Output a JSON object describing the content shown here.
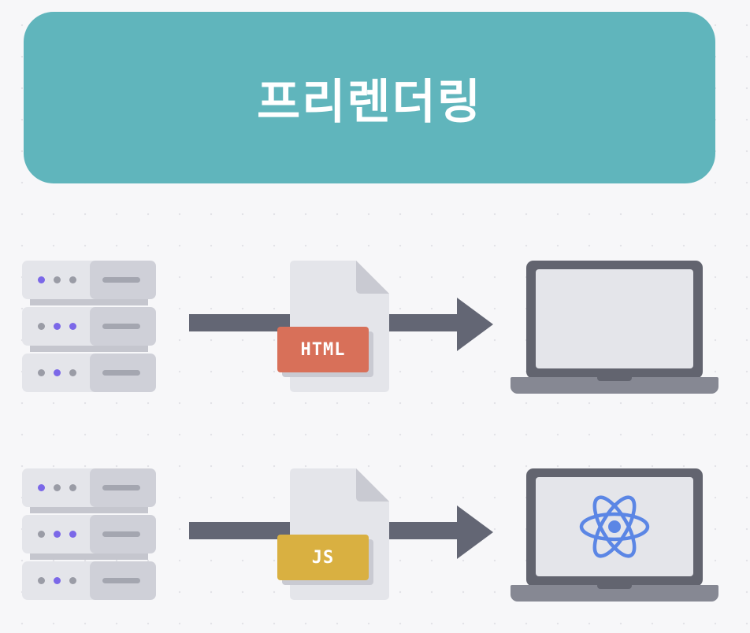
{
  "banner": {
    "title": "프리렌더링"
  },
  "rows": [
    {
      "id": "prerender",
      "file_label": "HTML",
      "tag_color": "#d87059",
      "server_leds": [
        [
          "#7b68e8",
          "#9a9ca6",
          "#9a9ca6"
        ],
        [
          "#9a9ca6",
          "#7b68e8",
          "#7b68e8"
        ],
        [
          "#9a9ca6",
          "#7b68e8",
          "#9a9ca6"
        ]
      ],
      "screen_icon": ""
    },
    {
      "id": "csr",
      "file_label": "JS",
      "tag_color": "#d9b041",
      "server_leds": [
        [
          "#7b68e8",
          "#9a9ca6",
          "#9a9ca6"
        ],
        [
          "#9a9ca6",
          "#7b68e8",
          "#7b68e8"
        ],
        [
          "#9a9ca6",
          "#7b68e8",
          "#9a9ca6"
        ]
      ],
      "screen_icon": "react-icon"
    }
  ],
  "colors": {
    "banner": "#60b5bc",
    "arrow": "#636674",
    "react": "#5b86e5"
  }
}
